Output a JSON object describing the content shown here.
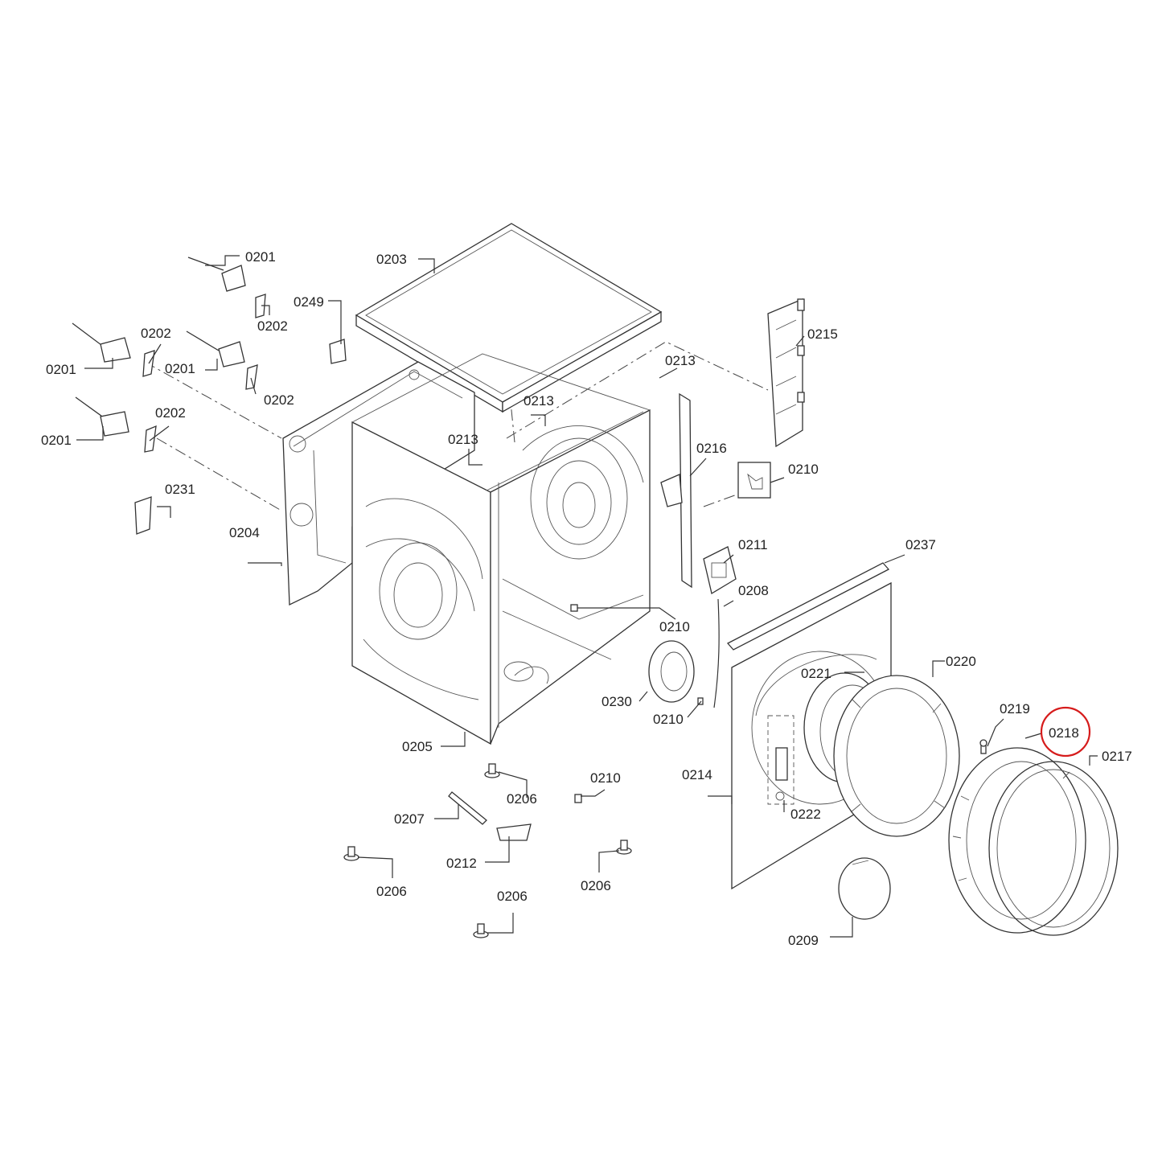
{
  "labels": {
    "l0201a": "0201",
    "l0201b": "0201",
    "l0201c": "0201",
    "l0201d": "0201",
    "l0202a": "0202",
    "l0202b": "0202",
    "l0202c": "0202",
    "l0202d": "0202",
    "l0203": "0203",
    "l0204": "0204",
    "l0205": "0205",
    "l0206a": "0206",
    "l0206b": "0206",
    "l0206c": "0206",
    "l0206d": "0206",
    "l0207": "0207",
    "l0208": "0208",
    "l0209": "0209",
    "l0210a": "0210",
    "l0210b": "0210",
    "l0210c": "0210",
    "l0210d": "0210",
    "l0211": "0211",
    "l0212": "0212",
    "l0213a": "0213",
    "l0213b": "0213",
    "l0213c": "0213",
    "l0214": "0214",
    "l0215": "0215",
    "l0216": "0216",
    "l0217": "0217",
    "l0218": "0218",
    "l0219": "0219",
    "l0220": "0220",
    "l0221": "0221",
    "l0222": "0222",
    "l0230": "0230",
    "l0231": "0231",
    "l0237": "0237",
    "l0249": "0249"
  },
  "highlight": {
    "part": "0218",
    "color": "#d61c1c"
  }
}
